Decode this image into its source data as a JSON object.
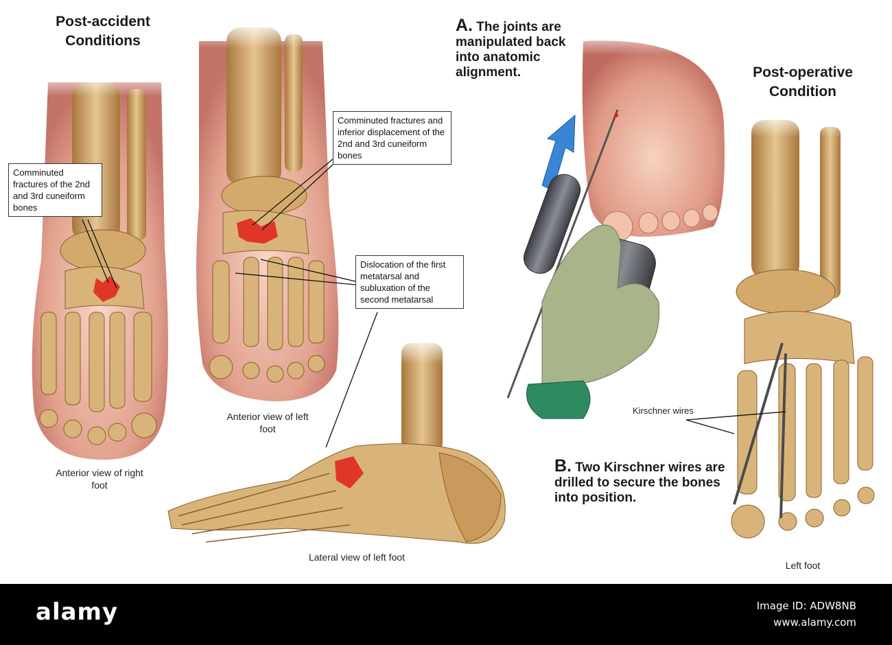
{
  "headings": {
    "post_accident": "Post-accident Conditions",
    "post_operative": "Post-operative Condition"
  },
  "captions": {
    "anterior_right": "Anterior view of right foot",
    "anterior_left": "Anterior view of left foot",
    "lateral_left": "Lateral view of left foot",
    "left_foot": "Left foot"
  },
  "callouts": {
    "comminuted_small": "Comminuted fractures of the 2nd and 3rd cuneiform bones",
    "comminuted_displacement": "Comminuted fractures and inferior displacement of the 2nd and 3rd cuneiform bones",
    "dislocation": "Dislocation of the first metatarsal and subluxation of the second metatarsal",
    "kirschner": "Kirschner wires"
  },
  "steps": {
    "a_letter": "A.",
    "a_text": "The joints are manipulated back into anatomic alignment.",
    "b_letter": "B.",
    "b_text": "Two Kirschner wires are drilled to secure the bones into position."
  },
  "footer": {
    "logo": "alamy",
    "image_id": "Image ID: ADW8NB",
    "url": "www.alamy.com"
  },
  "colors": {
    "bone": "#d9b47a",
    "bone_dark": "#9a6b35",
    "skin": "#e8a48f",
    "fracture": "#e0201c",
    "glove": "#a8b48a",
    "arrow": "#3a86d4",
    "drill": "#5e6066"
  }
}
